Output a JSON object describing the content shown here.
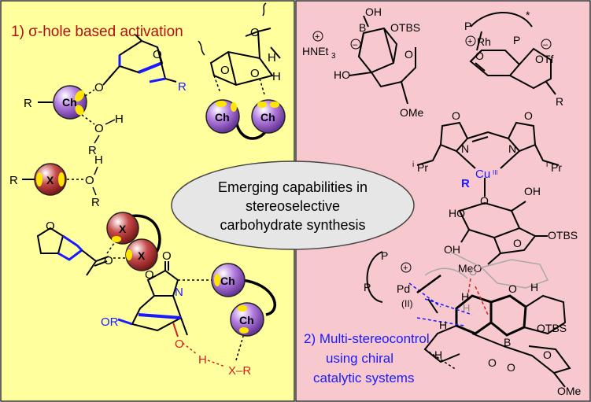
{
  "panels": {
    "left": {
      "title": "1) σ-hole based activation",
      "bg": "#ffff9e",
      "title_color": "#b01010"
    },
    "right": {
      "title_line1": "2) Multi-stereocontrol",
      "title_line2": "using chiral",
      "title_line3": "catalytic systems",
      "bg": "#f7c9ce",
      "title_color": "#1a1aff"
    }
  },
  "center_ellipse": {
    "line1": "Emerging capabilities in",
    "line2": "stereoselective",
    "line3": "carbohydrate synthesis",
    "fill": "#e6e6e6"
  },
  "spheres": {
    "ch_label": "Ch",
    "x_label": "X",
    "ch_color": "#b37de0",
    "x_color": "#c84a4a",
    "hole_color": "#ffe600"
  },
  "left_labels": {
    "R": "R",
    "O": "O",
    "H": "H",
    "OR": "OR",
    "N": "N",
    "XR": "X–R"
  },
  "right_labels": {
    "hnet3": "HNEt",
    "hnet3_sub": "3",
    "oh": "OH",
    "otbs": "OTBS",
    "b": "B",
    "ho": "HO",
    "ome": "OMe",
    "rh": "Rh",
    "otf": "OTf",
    "p": "P",
    "cu": "Cu",
    "cu_ox": "III",
    "ipr": "Pr",
    "i": "i",
    "n": "N",
    "r": "R",
    "meo": "MeO",
    "pd": "Pd",
    "pd_ox": "(II)",
    "h": "H",
    "o": "O",
    "star": "*"
  },
  "colors": {
    "blue": "#1a1aff",
    "red": "#d42020",
    "black": "#000000",
    "grey": "#a8a8a8"
  }
}
